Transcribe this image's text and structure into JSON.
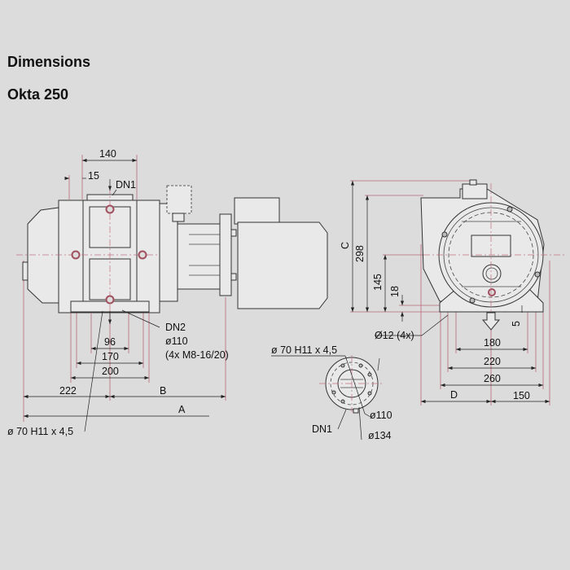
{
  "header": {
    "title": "Dimensions",
    "model": "Okta 250"
  },
  "side_view": {
    "dim_140": "140",
    "dim_15": "15",
    "inlet": "DN1",
    "outlet": "DN2",
    "outlet_dia": "ø110",
    "outlet_bolts": "(4x M8-16/20)",
    "dim_96": "96",
    "dim_170": "170",
    "dim_200": "200",
    "dim_222": "222",
    "dim_b": "B",
    "dim_a": "A",
    "centering": "ø 70 H11 x 4,5"
  },
  "front_view": {
    "dim_c": "C",
    "dim_298": "298",
    "dim_145": "145",
    "dim_18": "18",
    "dim_5": "5",
    "holes": "Ø12 (4x)",
    "dim_180": "180",
    "dim_220": "220",
    "dim_260": "260",
    "dim_d": "D",
    "dim_150": "150"
  },
  "flange_view": {
    "centering": "ø 70 H11 x 4,5",
    "inner_dia": "ø110",
    "outer_dia": "ø134",
    "port": "DN1"
  }
}
